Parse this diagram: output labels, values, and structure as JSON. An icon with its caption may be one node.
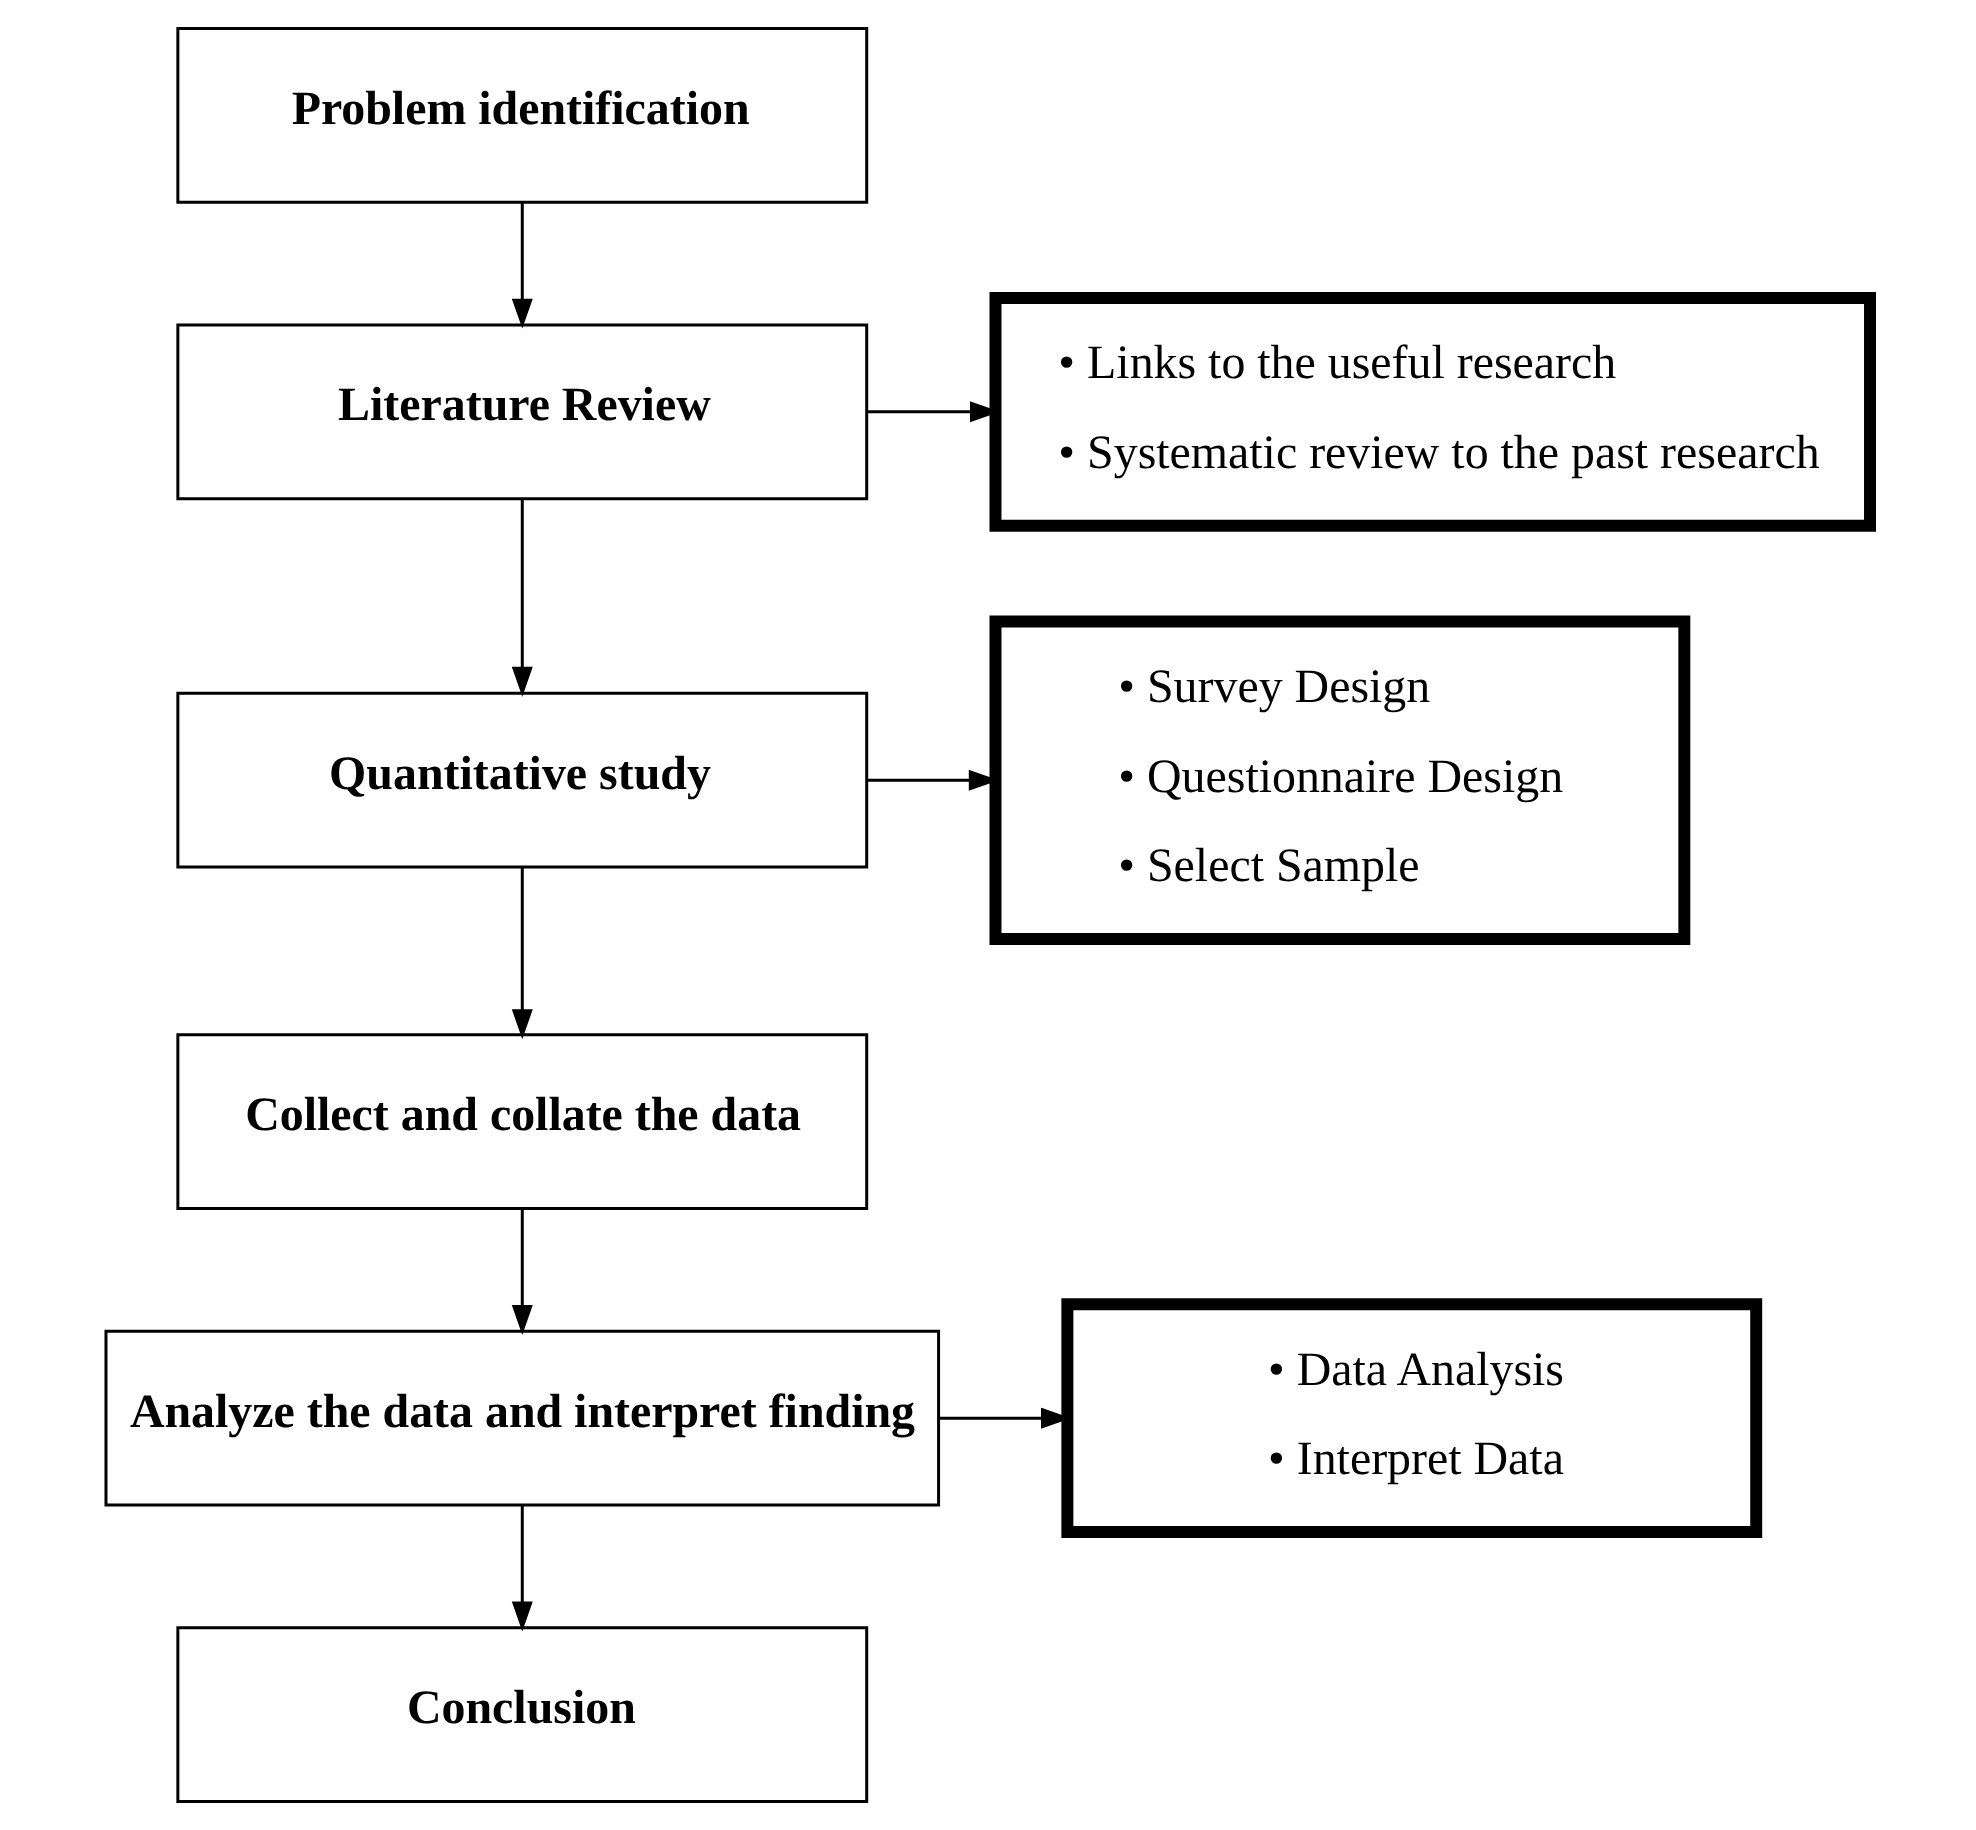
{
  "diagram": {
    "nodes": [
      {
        "text": [
          "Problem identification"
        ]
      },
      {
        "text": [
          "Literature Review"
        ]
      },
      {
        "text": [
          "• Links to the useful research",
          "• Systematic review to the past research"
        ]
      },
      {
        "text": [
          "Quantitative study"
        ]
      },
      {
        "text": [
          "• Survey Design",
          "• Questionnaire Design",
          "• Select Sample"
        ]
      },
      {
        "text": [
          "Collect and collate the data"
        ]
      },
      {
        "text": [
          "Analyze the data and interpret finding"
        ]
      },
      {
        "text": [
          "• Data Analysis",
          "• Interpret Data"
        ]
      },
      {
        "text": [
          "Conclusion"
        ]
      }
    ],
    "edges": [
      {
        "from": 0,
        "to": 1,
        "arrow": "to"
      },
      {
        "from": 1,
        "to": 2,
        "arrow": "to"
      },
      {
        "from": 1,
        "to": 3,
        "arrow": "to"
      },
      {
        "from": 3,
        "to": 4,
        "arrow": "to"
      },
      {
        "from": 3,
        "to": 5,
        "arrow": "to"
      },
      {
        "from": 5,
        "to": 6,
        "arrow": "to"
      },
      {
        "from": 6,
        "to": 7,
        "arrow": "to"
      },
      {
        "from": 6,
        "to": 8,
        "arrow": "to"
      }
    ]
  }
}
